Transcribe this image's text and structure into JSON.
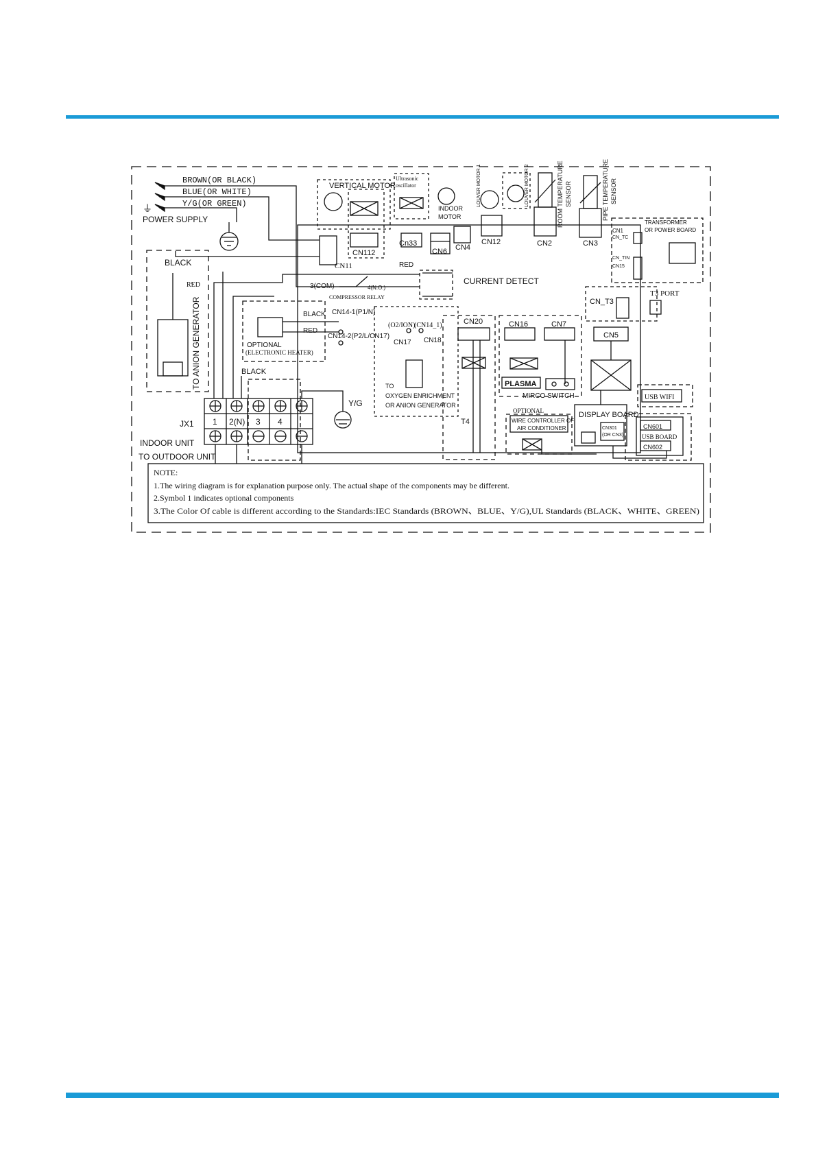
{
  "colors": {
    "accent": "#1a9bd7",
    "ink": "#111111"
  },
  "power": {
    "brown": "BROWN(OR BLACK)",
    "blue": "BLUE(OR WHITE)",
    "yg": "Y/G(OR GREEN)",
    "supply": "POWER SUPPLY"
  },
  "components": {
    "vertical_motor": "VERTICAL MOTOR",
    "ultrasonic": [
      "Ultrasonic",
      "oscillator"
    ],
    "indoor_motor": [
      "INDOOR",
      "MOTOR"
    ],
    "louver_motor_1": "LOUVER MOTOR 1",
    "louver_motor_2": "LOUVER MOTOR 2",
    "room_temp_sensor": [
      "ROOM TEMPERATURE",
      "SENSOR"
    ],
    "pipe_temp_sensor": [
      "PIPE TEMPERATURE",
      "SENSOR"
    ],
    "transformer": [
      "TRANSFORMER",
      "OR POWER BOARD"
    ],
    "current_detect": "CURRENT DETECT",
    "t3_port": "T3 PORT",
    "compressor_relay": "COMPRESSOR RELAY",
    "com": "3(COM)",
    "no": "4(N.O.)",
    "anion_generator": "TO ANION GENERATOR",
    "optional": "OPTIONAL",
    "electronic_heater": "(ELECTRONIC HEATER)",
    "cn14_1": "CN14-1(P1/N)",
    "cn14_2": "CN14-2(P2/L/CN17)",
    "o2_ion": "(O2/ION)",
    "cn14_1b": "(CN14_1)",
    "oxygen": [
      "TO",
      "OXYGEN ENRICHMENT",
      "OR ANION GENERATOR"
    ],
    "plasma": "PLASMA",
    "micro_switch": "MIRCO SWITCH",
    "wire_controller": [
      "WIRE CONTROLLER OF",
      "AIR CONDITIONER"
    ],
    "display_board": "DISPLAY BOARD",
    "cn301": [
      "CN301",
      "(OR CN3)"
    ],
    "usb_wifi": "USB WIFI",
    "usb_board": "USB BOARD",
    "indoor_unit": "INDOOR UNIT",
    "outdoor_unit": "TO OUTDOOR UNIT",
    "jx1": "JX1",
    "yg_short": "Y/G",
    "t4": "T4"
  },
  "connectors": {
    "cn112": "CN112",
    "cn33": "Cn33",
    "cn6": "CN6",
    "cn4": "CN4",
    "cn12": "CN12",
    "cn2": "CN2",
    "cn3": "CN3",
    "cn1": "CN1",
    "cn_tc": "CN_TC",
    "cn_tin": "CN_TIN",
    "cn15": "CN15",
    "cn_t3": "CN_T3",
    "cn11": "CN11",
    "cn20": "CN20",
    "cn16": "CN16",
    "cn7": "CN7",
    "cn5": "CN5",
    "cn17": "CN17",
    "cn18": "CN18",
    "cn601": "CN601",
    "cn602": "CN602"
  },
  "wires": {
    "black": "BLACK",
    "red": "RED"
  },
  "terminals": [
    "1",
    "2(N)",
    "3",
    "4"
  ],
  "notes": [
    "NOTE:",
    "1.The wiring diagram is for explanation purpose only. The actual shape of the components may be different.",
    "2.Symbol 1 indicates optional components",
    "3.The Color Of cable is different according to the Standards:IEC Standards (BROWN、BLUE、Y/G),UL Standards (BLACK、WHITE、GREEN)"
  ]
}
